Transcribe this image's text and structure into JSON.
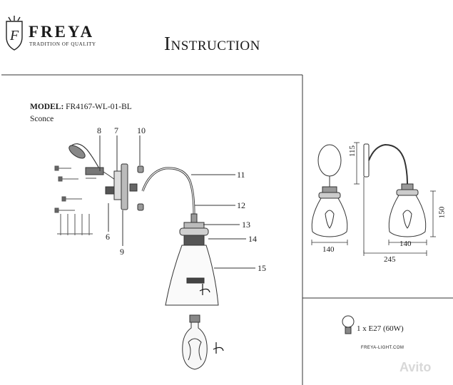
{
  "header": {
    "brand": "FREYA",
    "tagline": "TRADITION OF QUALITY",
    "title": "Instruction"
  },
  "model": {
    "label": "MODEL:",
    "code": "FR4167-WL-01-BL",
    "type": "Sconce"
  },
  "callouts": {
    "n6": "6",
    "n7": "7",
    "n8": "8",
    "n9": "9",
    "n10": "10",
    "n11": "11",
    "n12": "12",
    "n13": "13",
    "n14": "14",
    "n15": "15"
  },
  "dimensions": {
    "height_top": "115",
    "height_shade": "150",
    "width_front": "140",
    "width_side": "140",
    "depth": "245"
  },
  "bulb": {
    "spec": "1 x E27 (60W)"
  },
  "footer": {
    "website": "FREYA-LIGHT.COM",
    "watermark": "Avito"
  },
  "icons": [
    "freya-crest-icon",
    "bulb-icon",
    "rotate-arrow-icon"
  ]
}
